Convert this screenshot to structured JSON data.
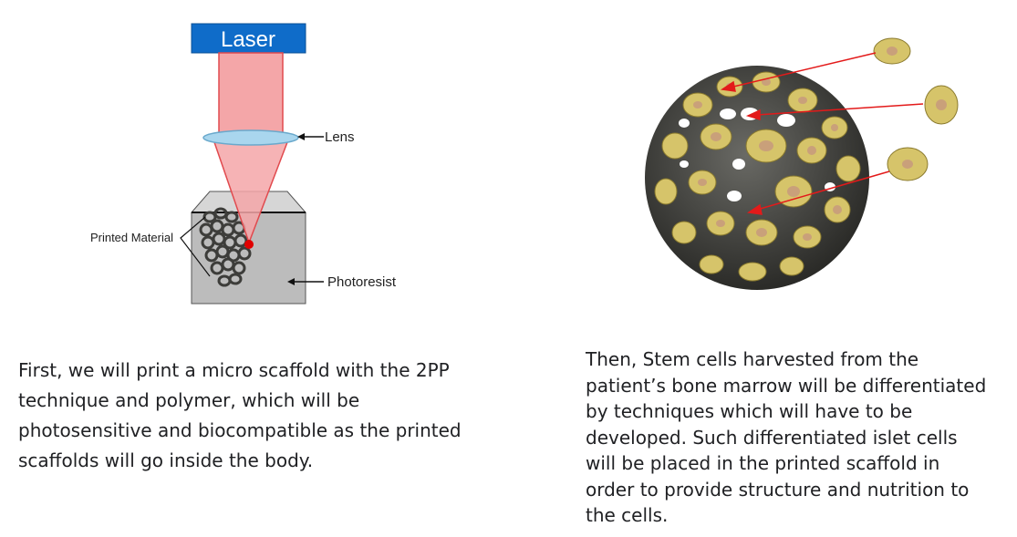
{
  "left_figure": {
    "laser_label": "Laser",
    "lens_label": "Lens",
    "printed_material_label": "Printed Material",
    "photoresist_label": "Photoresist",
    "colors": {
      "laser_box": "#0f6cc9",
      "beam": "#f4a6a8",
      "beam_stroke": "#e14a4e",
      "lens": "#a9d6ee",
      "resist": "#bcbcbc",
      "focus": "#e00000"
    }
  },
  "right_figure": {
    "colors": {
      "scaffold": "#3d3d3a",
      "cell": "#d6c46a",
      "nucleus": "#c9a07a",
      "arrow": "#e31a1a"
    }
  },
  "paragraph_left": {
    "lines": [
      "First, we will print a micro scaffold with the 2PP",
      "technique and polymer, which will be",
      "photosensitive and biocompatible as the printed",
      "scaffolds will go inside the body."
    ]
  },
  "paragraph_right": {
    "lines": [
      "Then, Stem cells harvested from the",
      "patient’s bone marrow will be differentiated",
      "by techniques which will have to be",
      "developed.  Such differentiated islet cells",
      "will be placed in the printed scaffold in",
      "order to provide structure and nutrition to",
      "the cells."
    ]
  }
}
